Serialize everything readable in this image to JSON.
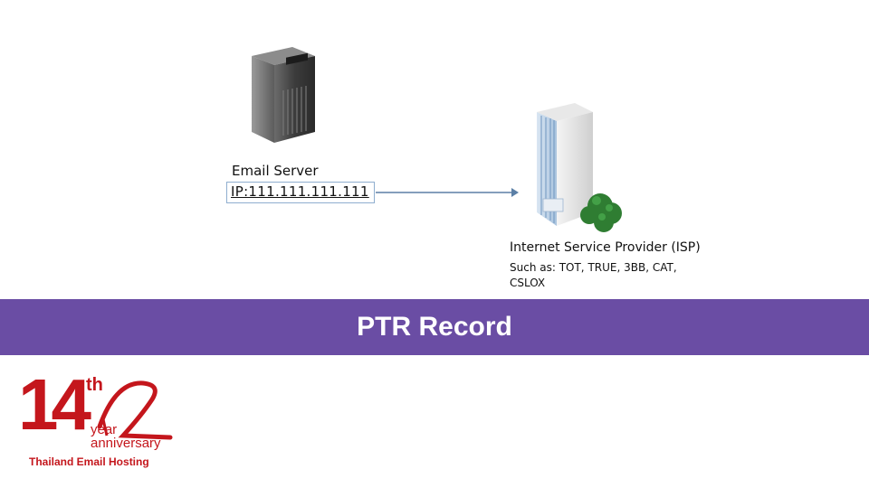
{
  "diagram": {
    "email_server": {
      "label": "Email Server",
      "ip": "IP:111.111.111.111"
    },
    "isp": {
      "title": "Internet Service Provider (ISP)",
      "line1": "Such as: TOT, TRUE, 3BB, CAT,",
      "line2": "CSLOX"
    },
    "icons": {
      "server": "server-tower-icon",
      "isp": "office-building-icon",
      "connection": "arrow-right-icon"
    }
  },
  "banner": {
    "title": "PTR Record",
    "color": "#6a4da4"
  },
  "logo": {
    "number": "14",
    "suffix": "th",
    "year": "year",
    "anniversary": "anniversary",
    "company": "Thailand Email Hosting",
    "color": "#c4161c"
  }
}
